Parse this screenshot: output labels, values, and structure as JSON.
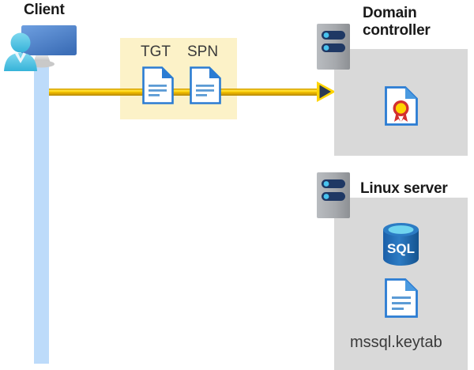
{
  "diagram": {
    "type": "kerberos-authentication-flow",
    "background_color": "#ffffff",
    "accent_yellow": "#ffd400",
    "panel_gray": "#d9d9d9",
    "lifeline_blue": "#bddbfa",
    "message_box_fill": "#fcf2c8"
  },
  "client": {
    "title": "Client",
    "icon_name": "client-workstation-icon",
    "lifeline_color": "#bddbfa"
  },
  "message": {
    "box_fill": "#fcf2c8",
    "arrow_color": "#ffd400",
    "arrowhead_color": "#2b3a55",
    "items": [
      {
        "label": "TGT",
        "icon_name": "document-icon"
      },
      {
        "label": "SPN",
        "icon_name": "document-icon"
      }
    ]
  },
  "domain_controller": {
    "title": "Domain\ncontroller",
    "server_icon_name": "server-rack-icon",
    "panel_color": "#d9d9d9",
    "contents": [
      {
        "icon_name": "certificate-document-icon",
        "label": ""
      }
    ]
  },
  "linux_server": {
    "title": "Linux server",
    "server_icon_name": "server-rack-icon",
    "panel_color": "#d9d9d9",
    "contents": [
      {
        "icon_name": "sql-database-icon",
        "label": "SQL"
      },
      {
        "icon_name": "keytab-document-icon",
        "label": "mssql.keytab"
      }
    ]
  }
}
